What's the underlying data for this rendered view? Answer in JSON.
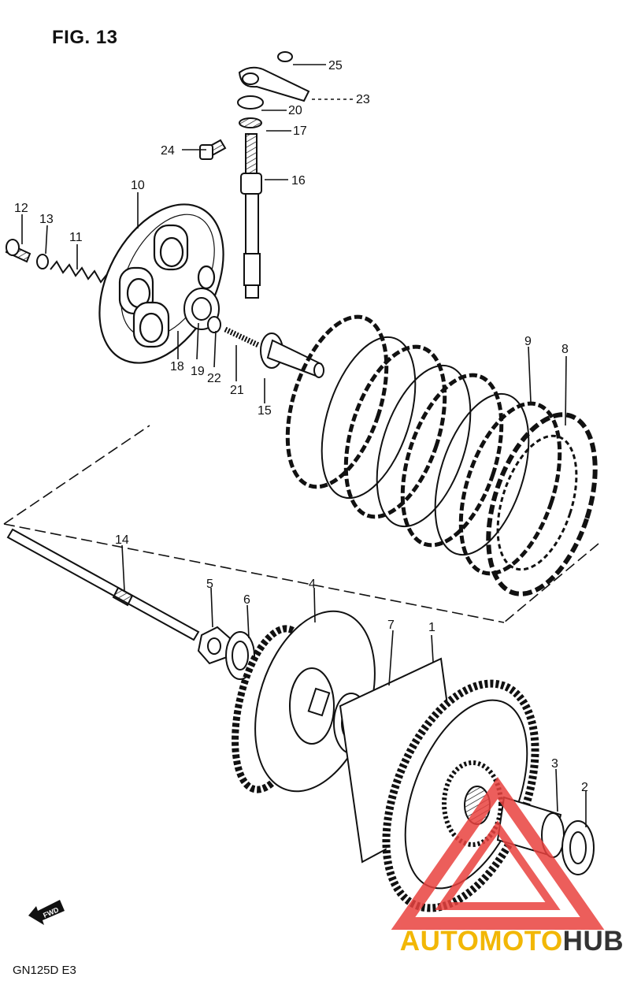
{
  "figure": {
    "title": "FIG. 13",
    "model_code": "GN125D  E3",
    "fwd_label": "FWD"
  },
  "watermark": {
    "text_a": "AUTOMOTO",
    "text_b": "HUB",
    "color_a": "#f2b705",
    "color_b": "#333333",
    "mark_color": "#e9423f"
  },
  "part_labels": [
    {
      "id": "1",
      "text": "1"
    },
    {
      "id": "2",
      "text": "2"
    },
    {
      "id": "3",
      "text": "3"
    },
    {
      "id": "4",
      "text": "4"
    },
    {
      "id": "5",
      "text": "5"
    },
    {
      "id": "6",
      "text": "6"
    },
    {
      "id": "7",
      "text": "7"
    },
    {
      "id": "8",
      "text": "8"
    },
    {
      "id": "9",
      "text": "9"
    },
    {
      "id": "10",
      "text": "10"
    },
    {
      "id": "11",
      "text": "11"
    },
    {
      "id": "12",
      "text": "12"
    },
    {
      "id": "13",
      "text": "13"
    },
    {
      "id": "14",
      "text": "14"
    },
    {
      "id": "15",
      "text": "15"
    },
    {
      "id": "16",
      "text": "16"
    },
    {
      "id": "17",
      "text": "17"
    },
    {
      "id": "18",
      "text": "18"
    },
    {
      "id": "19",
      "text": "19"
    },
    {
      "id": "20",
      "text": "20"
    },
    {
      "id": "21",
      "text": "21"
    },
    {
      "id": "22",
      "text": "22"
    },
    {
      "id": "23",
      "text": "23"
    },
    {
      "id": "24",
      "text": "24"
    },
    {
      "id": "25",
      "text": "25"
    }
  ]
}
